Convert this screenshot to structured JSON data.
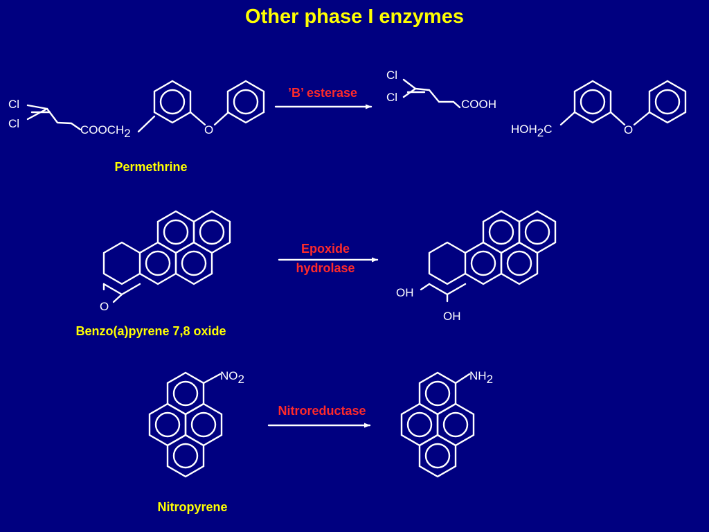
{
  "title": "Other phase I enzymes",
  "colors": {
    "background": "#000080",
    "title": "#ffff00",
    "enzyme": "#ff2a2a",
    "structure": "#ffffff"
  },
  "reactions": [
    {
      "substrate_name": "Permethrine",
      "enzyme": "’B’ esterase",
      "substrate_labels": {
        "cl1": "Cl",
        "cl2": "Cl",
        "ester_main": "COOCH",
        "ester_sub": "2",
        "oxygen": "O"
      },
      "product_labels": {
        "cl1": "Cl",
        "cl2": "Cl",
        "acid": "COOH",
        "alcohol_a": "HOH",
        "alcohol_sub": "2",
        "alcohol_b": "C",
        "oxygen": "O"
      }
    },
    {
      "substrate_name": "Benzo(a)pyrene 7,8 oxide",
      "enzyme_line1": "Epoxide",
      "enzyme_line2": "hydrolase",
      "substrate_labels": {
        "oxygen": "O"
      },
      "product_labels": {
        "oh1": "OH",
        "oh2": "OH"
      }
    },
    {
      "substrate_name": "Nitropyrene",
      "enzyme": "Nitroreductase",
      "substrate_labels": {
        "nitro_main": "NO",
        "nitro_sub": "2"
      },
      "product_labels": {
        "amino_main": "NH",
        "amino_sub": "2"
      }
    }
  ]
}
